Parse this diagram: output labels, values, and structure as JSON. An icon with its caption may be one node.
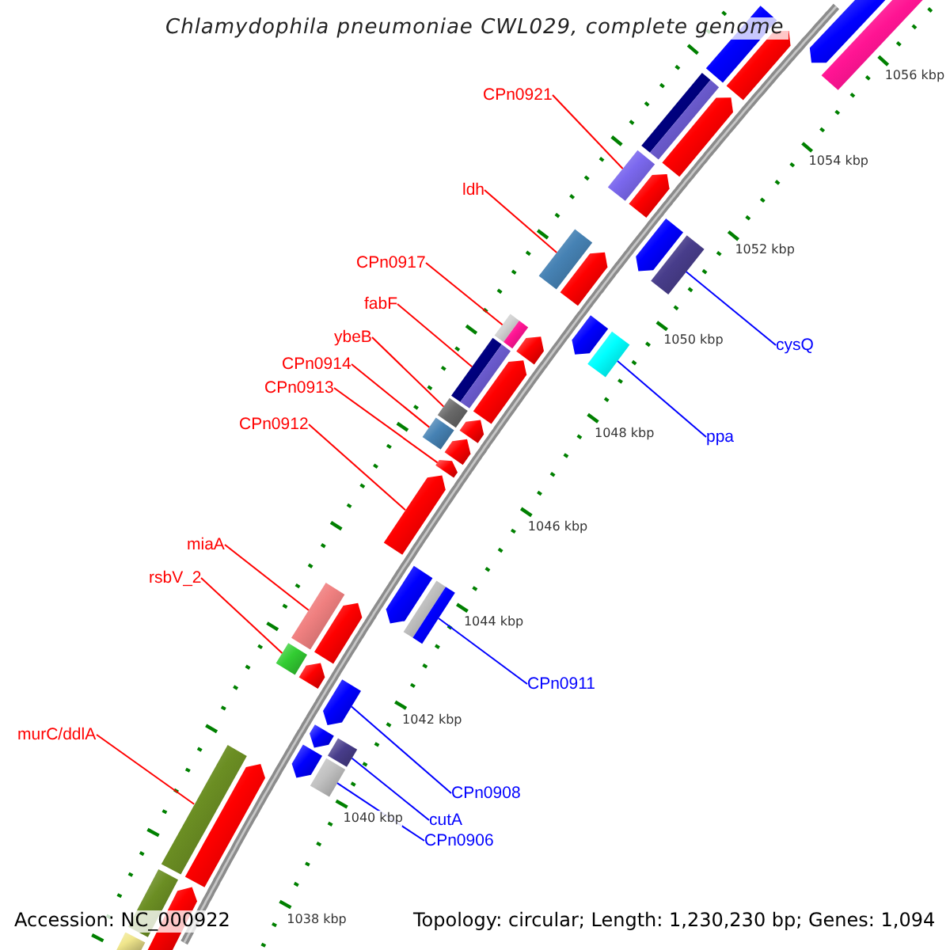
{
  "diagram": {
    "title": "Chlamydophila pneumoniae CWL029, complete genome",
    "nodes": [
      {
        "text": [
          "CPn0921"
        ]
      },
      {
        "text": [
          "ldh"
        ]
      },
      {
        "text": [
          "CPn0917"
        ]
      },
      {
        "text": [
          "fabF"
        ]
      },
      {
        "text": [
          "ybeB"
        ]
      },
      {
        "text": [
          "cysQ"
        ]
      },
      {
        "text": [
          "CPn0914"
        ]
      },
      {
        "text": [
          "CPn0913"
        ]
      },
      {
        "text": [
          "CPn0912"
        ]
      },
      {
        "text": [
          "ppa"
        ]
      },
      {
        "text": [
          "miaA"
        ]
      },
      {
        "text": [
          "rsbV_2"
        ]
      },
      {
        "text": [
          "CPn0911"
        ]
      },
      {
        "text": [
          "murC/ddlA"
        ]
      },
      {
        "text": [
          "CPn0908"
        ]
      },
      {
        "text": [
          "cutA"
        ]
      },
      {
        "text": [
          "CPn0906"
        ]
      },
      {
        "text": [],
        "shape": "arrow"
      },
      {
        "text": [],
        "shape": "bar"
      },
      {
        "text": [],
        "shape": "bar"
      },
      {
        "text": [],
        "shape": "arrow"
      },
      {
        "text": [],
        "shape": "bar"
      },
      {
        "text": [],
        "shape": "bar"
      },
      {
        "text": [],
        "shape": "arrow"
      },
      {
        "text": [],
        "shape": "bar"
      },
      {
        "text": [],
        "shape": "arrow"
      },
      {
        "text": [],
        "shape": "arrow"
      },
      {
        "text": [],
        "shape": "bar"
      },
      {
        "text": [],
        "shape": "bar"
      },
      {
        "text": [],
        "shape": "arrow"
      },
      {
        "text": [],
        "shape": "bar"
      },
      {
        "text": [],
        "shape": "bar"
      },
      {
        "text": [],
        "shape": "arrow"
      },
      {
        "text": [],
        "shape": "arrow"
      },
      {
        "text": [],
        "shape": "bar"
      },
      {
        "text": [],
        "shape": "bar"
      },
      {
        "text": [],
        "shape": "bar"
      },
      {
        "text": [],
        "shape": "arrow"
      },
      {
        "text": [],
        "shape": "bar"
      },
      {
        "text": [],
        "shape": "arrow"
      },
      {
        "text": [],
        "shape": "bar"
      },
      {
        "text": [],
        "shape": "arrow"
      },
      {
        "text": [],
        "shape": "arrow"
      },
      {
        "text": [],
        "shape": "arrow"
      },
      {
        "text": [],
        "shape": "arrow"
      },
      {
        "text": [],
        "shape": "bar"
      },
      {
        "text": [],
        "shape": "bar"
      },
      {
        "text": [],
        "shape": "bar"
      },
      {
        "text": [],
        "shape": "arrow"
      },
      {
        "text": [],
        "shape": "bar"
      },
      {
        "text": [],
        "shape": "arrow"
      },
      {
        "text": [],
        "shape": "arrow"
      },
      {
        "text": [],
        "shape": "arrow"
      },
      {
        "text": [],
        "shape": "bar"
      },
      {
        "text": [],
        "shape": "arrow"
      },
      {
        "text": [],
        "shape": "bar"
      },
      {
        "text": [],
        "shape": "bar"
      },
      {
        "text": [],
        "shape": "arrow"
      },
      {
        "text": [],
        "shape": "bar"
      },
      {
        "text": [],
        "shape": "arrow"
      },
      {
        "text": [],
        "shape": "bar"
      }
    ],
    "edges": [
      {
        "from": 0,
        "to": 24,
        "arrow": "none"
      },
      {
        "from": 1,
        "to": 27,
        "arrow": "none"
      },
      {
        "from": 2,
        "to": 30,
        "arrow": "none"
      },
      {
        "from": 3,
        "to": 35,
        "arrow": "none"
      },
      {
        "from": 4,
        "to": 38,
        "arrow": "none"
      },
      {
        "from": 5,
        "to": 28,
        "arrow": "none",
        "color": "#0000ff"
      },
      {
        "from": 6,
        "to": 40,
        "arrow": "none"
      },
      {
        "from": 7,
        "to": 42,
        "arrow": "none"
      },
      {
        "from": 8,
        "to": 43,
        "arrow": "none"
      },
      {
        "from": 9,
        "to": 34,
        "arrow": "none",
        "color": "#0000ff"
      },
      {
        "from": 10,
        "to": 47,
        "arrow": "none"
      },
      {
        "from": 11,
        "to": 49,
        "arrow": "none"
      },
      {
        "from": 12,
        "to": 46,
        "arrow": "none",
        "color": "#0000ff"
      },
      {
        "from": 13,
        "to": 56,
        "arrow": "none"
      },
      {
        "from": 14,
        "to": 51,
        "arrow": "none",
        "color": "#0000ff"
      },
      {
        "from": 15,
        "to": 53,
        "arrow": "none",
        "color": "#0000ff"
      },
      {
        "from": 16,
        "to": 55,
        "arrow": "none",
        "color": "#0000ff"
      }
    ],
    "labels": [
      "1056 kbp",
      "1054 kbp",
      "1052 kbp",
      "1050 kbp",
      "1048 kbp",
      "1046 kbp",
      "1044 kbp",
      "1042 kbp",
      "1040 kbp",
      "1038 kbp",
      "Accession: NC_000922",
      "Topology: circular; Length: 1,230,230 bp; Genes: 1,094"
    ]
  }
}
